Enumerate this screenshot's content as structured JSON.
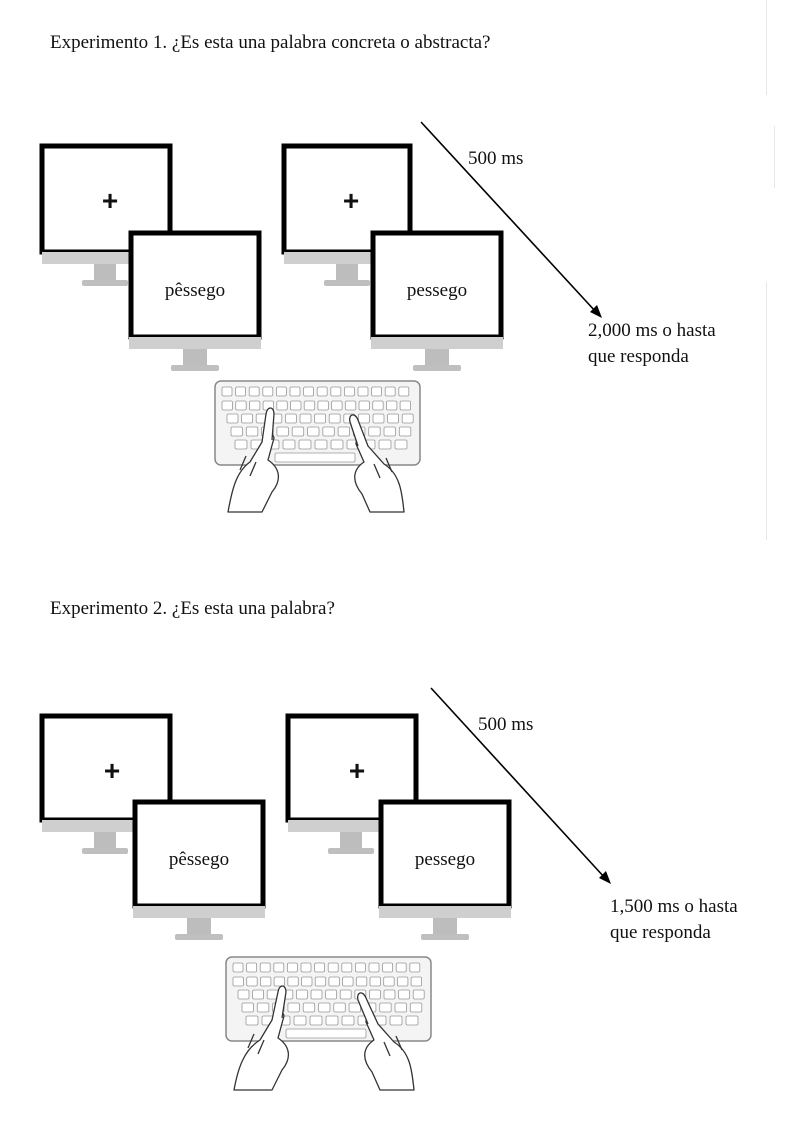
{
  "experiments": [
    {
      "title": "Experimento 1. ¿Es esta una palabra concreta o abstracta?",
      "fixation_symbol": "+",
      "word_accented": "pêssego",
      "word_plain": "pessego",
      "fixation_duration": "500 ms",
      "response_duration_line1": "2,000 ms o hasta",
      "response_duration_line2": "que responda"
    },
    {
      "title": "Experimento 2. ¿Es esta una palabra?",
      "fixation_symbol": "+",
      "word_accented": "pêssego",
      "word_plain": "pessego",
      "fixation_duration": "500 ms",
      "response_duration_line1": "1,500 ms o hasta",
      "response_duration_line2": "que responda"
    }
  ],
  "icons": [
    "monitor-icon",
    "keyboard-icon",
    "hands-icon",
    "arrow-icon"
  ]
}
